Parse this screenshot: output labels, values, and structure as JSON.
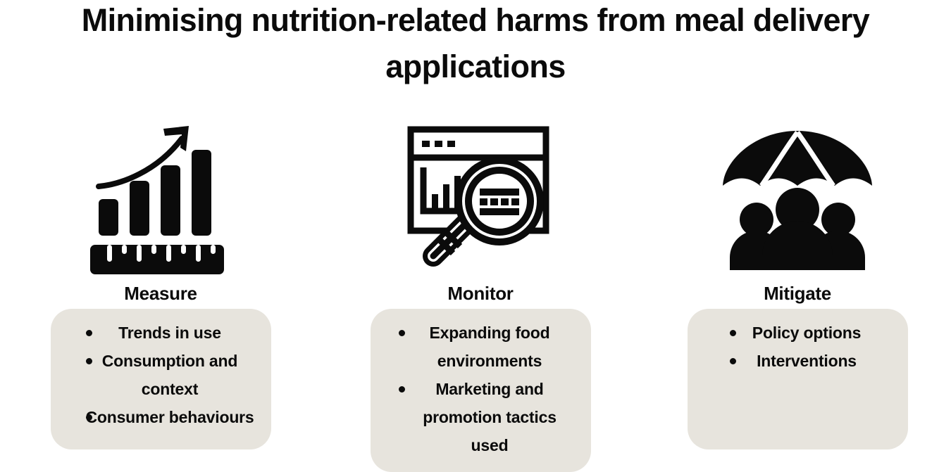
{
  "title": "Minimising nutrition-related harms from meal delivery applications",
  "colors": {
    "background": "#ffffff",
    "text": "#0b0b0b",
    "box_fill": "#E7E4DD",
    "icon": "#0b0b0b"
  },
  "columns": [
    {
      "key": "measure",
      "heading": "Measure",
      "icon_name": "growth-bar-chart-ruler-icon",
      "bullets": [
        "Trends in use",
        "Consumption and context",
        "Consumer behaviours"
      ]
    },
    {
      "key": "monitor",
      "heading": "Monitor",
      "icon_name": "browser-dashboard-magnifier-icon",
      "bullets": [
        "Expanding food environments",
        "Marketing and promotion tactics used"
      ]
    },
    {
      "key": "mitigate",
      "heading": "Mitigate",
      "icon_name": "umbrella-over-people-icon",
      "bullets": [
        "Policy options",
        "Interventions"
      ]
    }
  ]
}
